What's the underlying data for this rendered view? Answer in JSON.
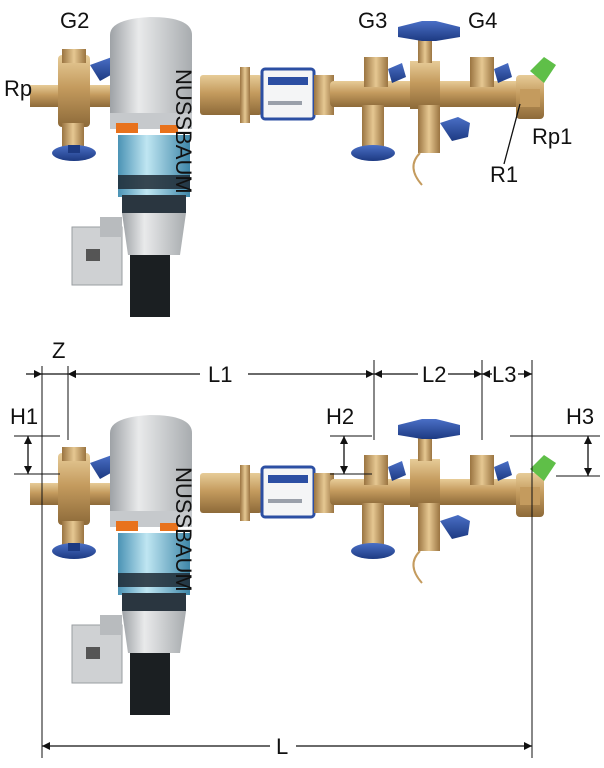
{
  "top_view": {
    "labels": {
      "g2": "G2",
      "g3": "G3",
      "g4": "G4",
      "rp": "Rp",
      "rp1": "Rp1",
      "r1": "R1"
    },
    "brand_text": "NUSSBAUM"
  },
  "bottom_view": {
    "dimensions": {
      "z": "Z",
      "l1": "L1",
      "l2": "L2",
      "l3": "L3",
      "h1": "H1",
      "h2": "H2",
      "h3": "H3",
      "l": "L"
    },
    "brand_text": "NUSSBAUM"
  },
  "colors": {
    "brass": "#c9a46a",
    "filter_blue": "#9fd4e8",
    "handle_blue": "#2c4fa3",
    "body_grey": "#d4d6d8",
    "cap_green": "#5fbf48",
    "accent_orange": "#e8721c"
  }
}
